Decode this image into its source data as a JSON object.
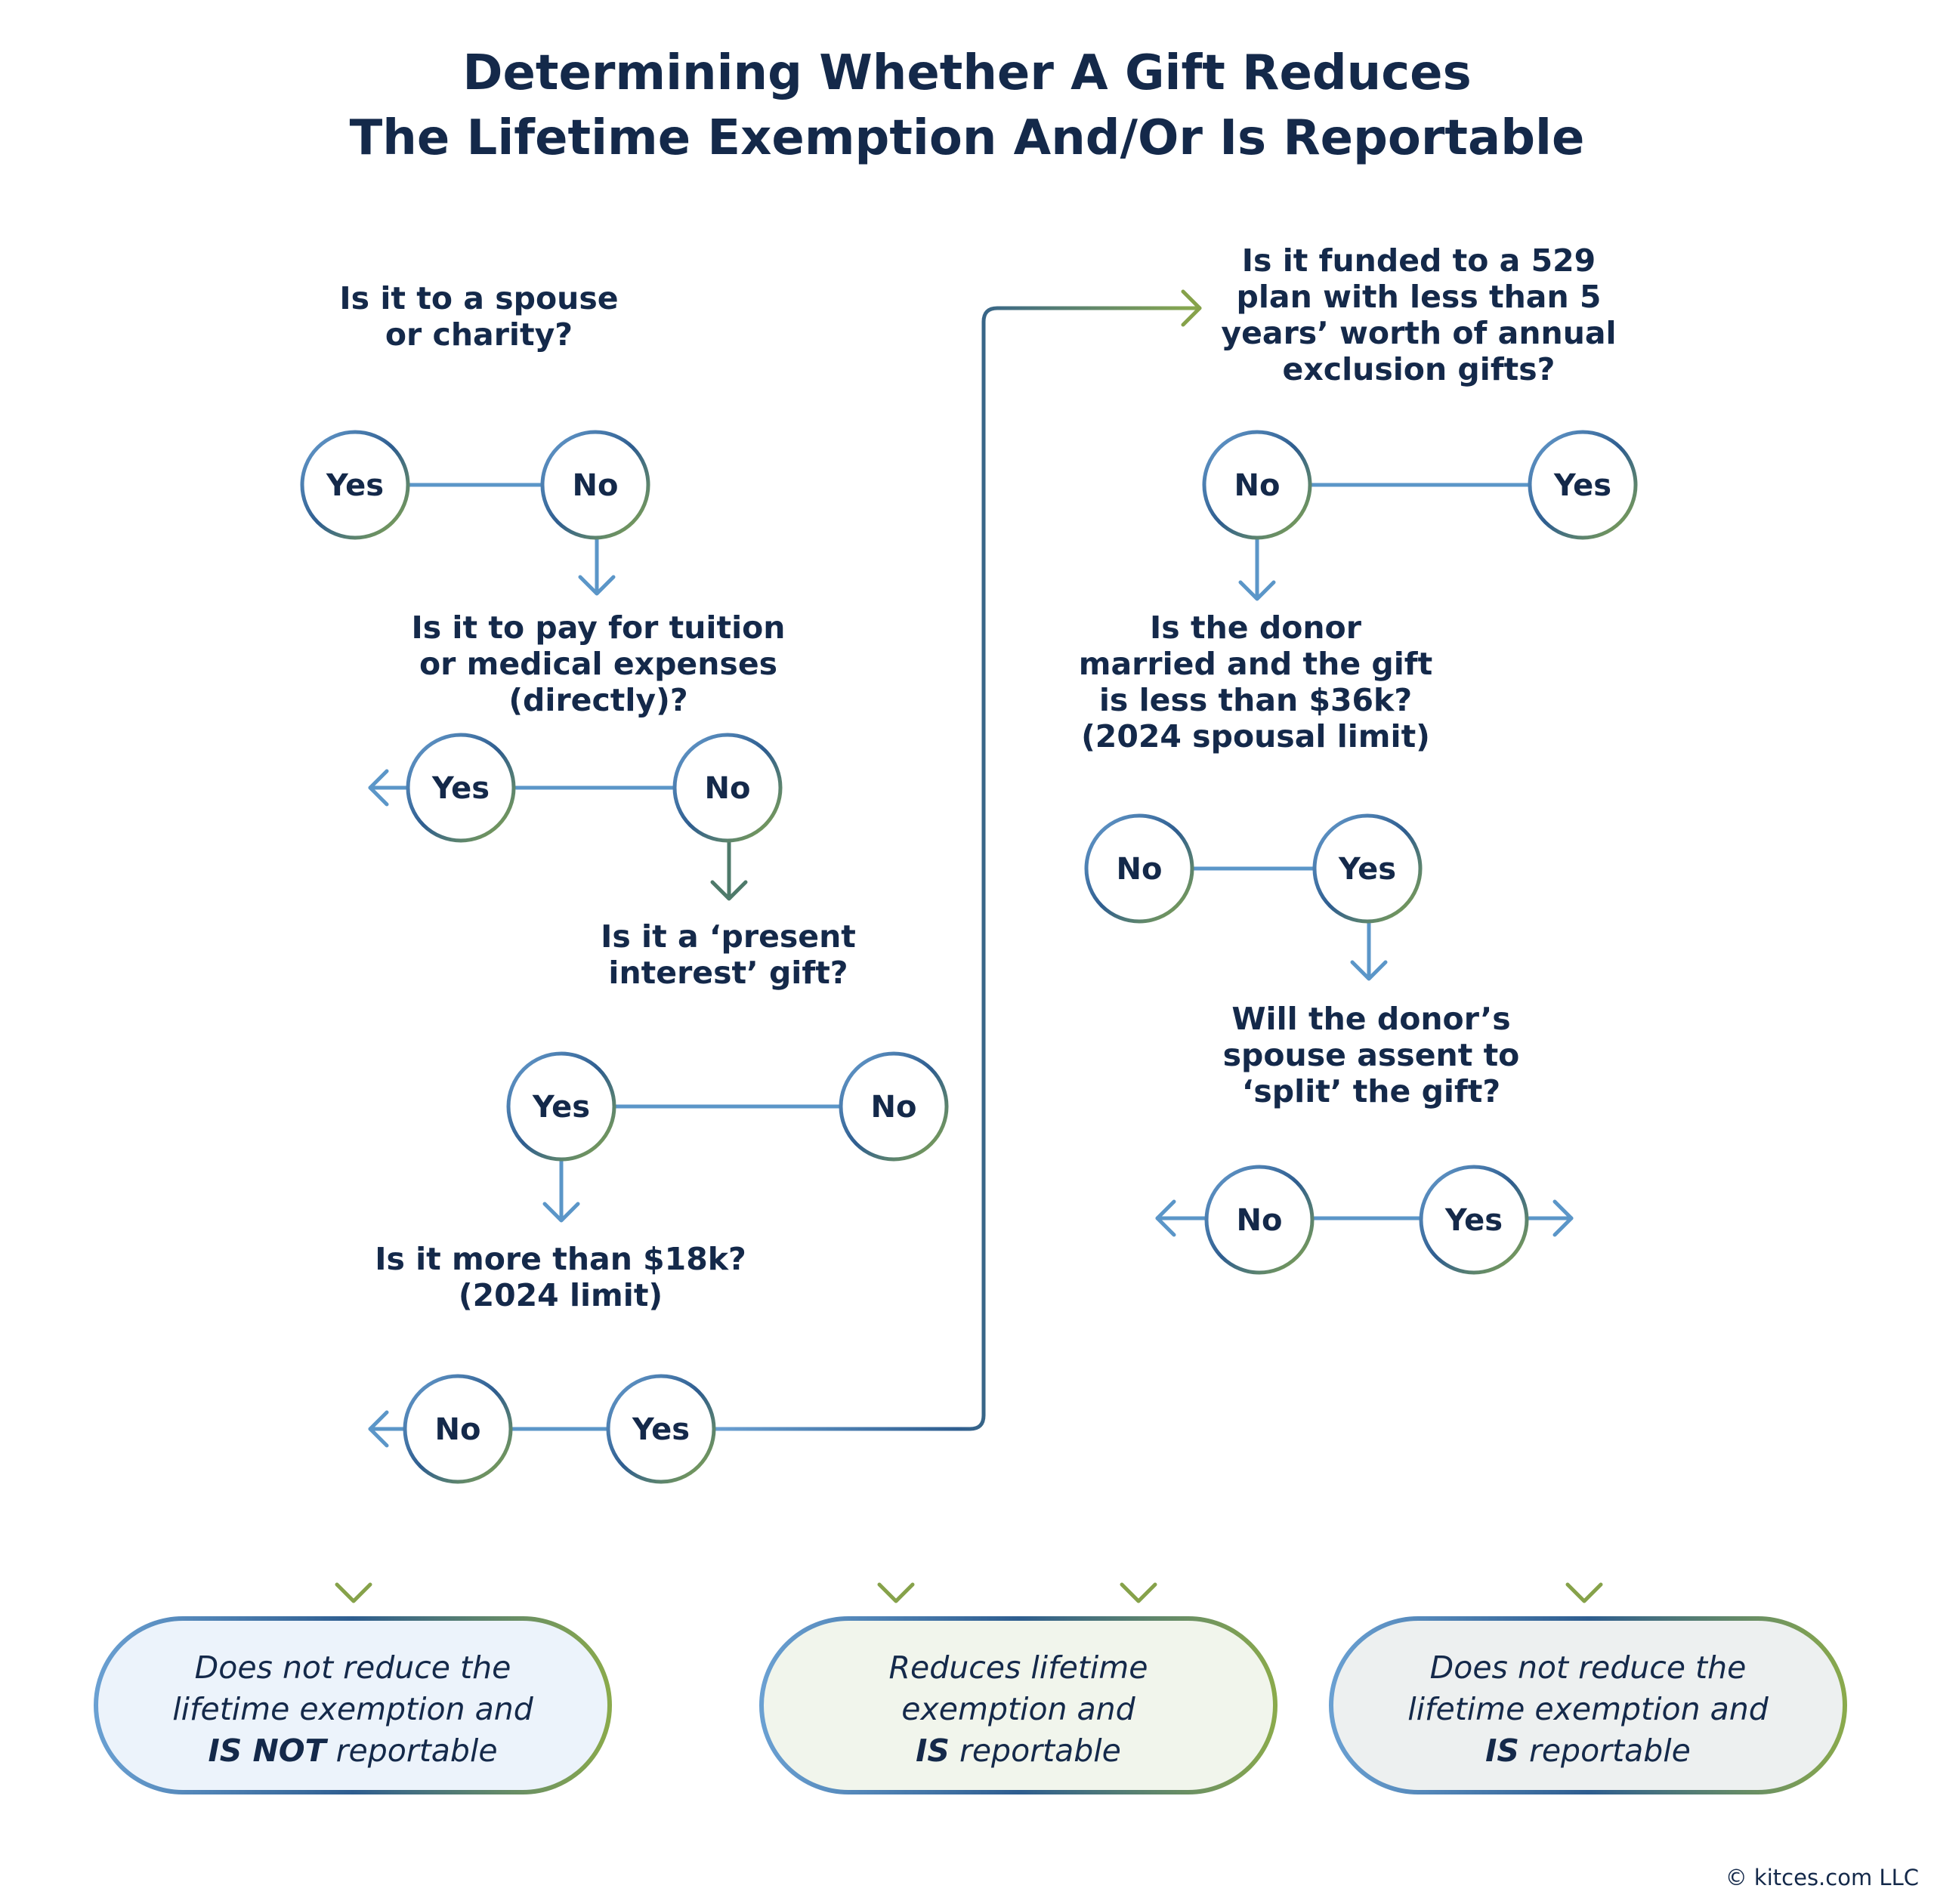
{
  "title": {
    "line1": "Determining Whether A Gift Reduces",
    "line2": "The Lifetime Exemption And/Or Is Reportable"
  },
  "questions": [
    {
      "id": "q1",
      "lines": [
        "Is it to a spouse",
        "or charity?"
      ]
    },
    {
      "id": "q2",
      "lines": [
        "Is it to pay for tuition",
        "or medical expenses",
        "(directly)?"
      ]
    },
    {
      "id": "q3",
      "lines": [
        "Is it a ‘present",
        "interest’ gift?"
      ]
    },
    {
      "id": "q4",
      "lines": [
        "Is it more than $18k?",
        "(2024 limit)"
      ]
    },
    {
      "id": "q5",
      "lines": [
        "Is it funded to a 529",
        "plan with less than 5",
        "years’ worth of annual",
        "exclusion gifts?"
      ]
    },
    {
      "id": "q6",
      "lines": [
        "Is the donor",
        "married and the gift",
        "is less than $36k?",
        "(2024 spousal limit)"
      ]
    },
    {
      "id": "q7",
      "lines": [
        "Will the donor’s",
        "spouse assent to",
        "‘split’ the gift?"
      ]
    }
  ],
  "answers": {
    "yes": "Yes",
    "no": "No"
  },
  "outcomes": [
    {
      "id": "o1",
      "line1": "Does not reduce the",
      "line2": "lifetime exemption and",
      "bold": "IS NOT",
      "rest": " reportable"
    },
    {
      "id": "o2",
      "line1": "Reduces lifetime",
      "line2": "exemption and",
      "bold": "IS",
      "rest": " reportable"
    },
    {
      "id": "o3",
      "line1": "Does not reduce the",
      "line2": "lifetime exemption and",
      "bold": "IS",
      "rest": " reportable"
    }
  ],
  "credit": "© kitces.com LLC",
  "colors": {
    "navy": "#14294a",
    "blue": "#5b96c8",
    "green": "#86a24a",
    "outcome1_fill": "#ecf3fb",
    "outcome2_fill": "#f1f5ec",
    "outcome3_fill": "#edf0f0"
  }
}
